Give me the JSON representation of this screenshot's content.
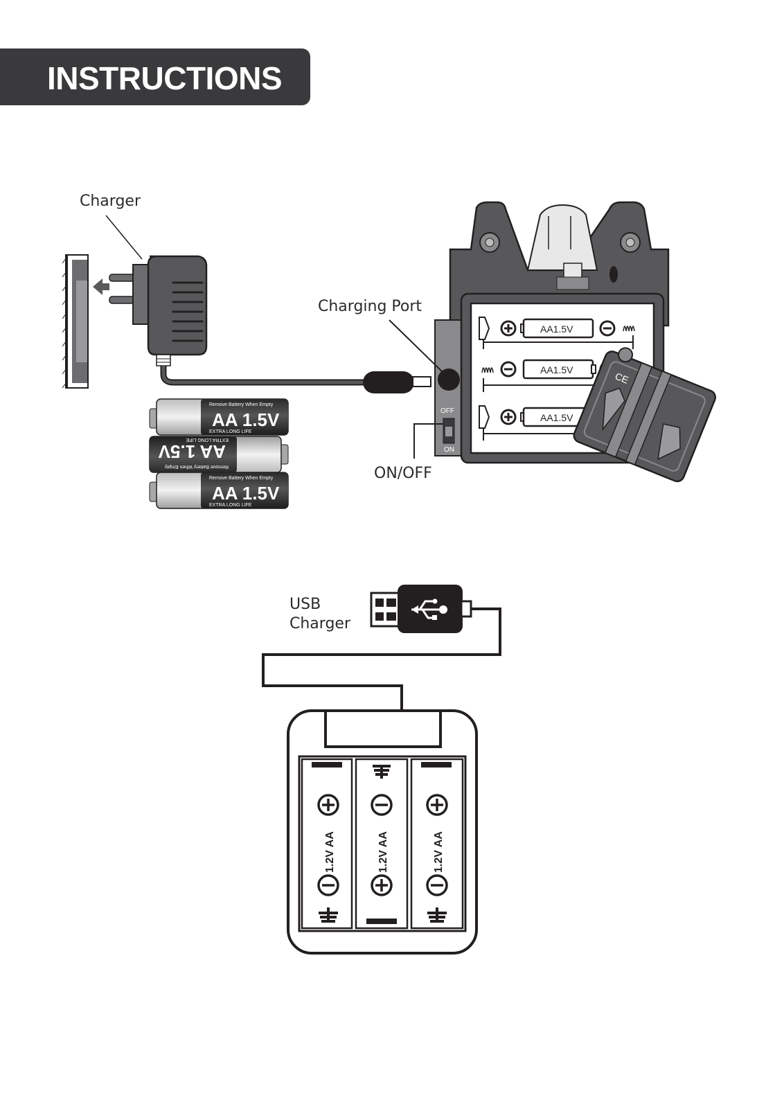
{
  "header": {
    "title": "INSTRUCTIONS"
  },
  "diagram1": {
    "charger_label": "Charger",
    "charging_port_label": "Charging Port",
    "on_off_label": "ON/OFF",
    "switch_off": "OFF",
    "switch_on": "ON",
    "bay_battery_label": "AA1.5V",
    "loose_battery_label": "AA 1.5V",
    "loose_battery_top_text": "Remove Battery When Empty",
    "loose_battery_bottom_text": "EXTRA LONG LIFE",
    "ce_mark": "CE"
  },
  "diagram2": {
    "usb_label_line1": "USB",
    "usb_label_line2": "Charger",
    "battery_label": "1.2V AA"
  },
  "colors": {
    "title_bar": "#3a3a3c",
    "device_body": "#58585a",
    "line": "#231f20"
  }
}
